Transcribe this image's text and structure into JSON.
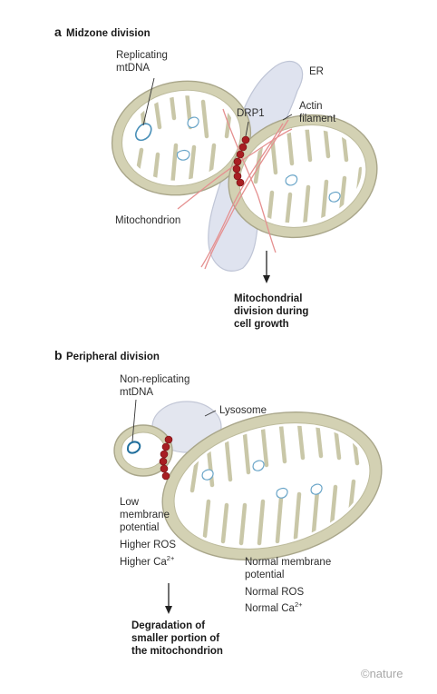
{
  "panel_a": {
    "letter": "a",
    "title": "Midzone division",
    "labels": {
      "replicating_1": "Replicating",
      "replicating_2": "mtDNA",
      "er": "ER",
      "actin_1": "Actin",
      "actin_2": "filament",
      "drp1": "DRP1",
      "mitochondrion": "Mitochondrion"
    },
    "outcome": [
      "Mitochondrial",
      "division during",
      "cell growth"
    ]
  },
  "panel_b": {
    "letter": "b",
    "title": "Peripheral division",
    "labels": {
      "nonrep_1": "Non-replicating",
      "nonrep_2": "mtDNA",
      "lysosome": "Lysosome"
    },
    "left_state": {
      "line1": "Low",
      "line2": "membrane",
      "line3": "potential",
      "ros": "Higher ROS",
      "ca": "Higher Ca",
      "ca_sup": "2+"
    },
    "right_state": {
      "line1": "Normal membrane",
      "line2": "potential",
      "ros": "Normal ROS",
      "ca": "Normal Ca",
      "ca_sup": "2+"
    },
    "outcome": [
      "Degradation of",
      "smaller portion of",
      "the mitochondrion"
    ]
  },
  "watermark": "©nature",
  "colors": {
    "membrane": "#d3d1b3",
    "membrane_edge": "#a9a68a",
    "matrix": "#ffffff",
    "er": "#dfe3ef",
    "lysosome": "#e3e6ef",
    "actin": "#e59090",
    "drp1": "#a81e22",
    "mtdna": "#4a90b8"
  }
}
